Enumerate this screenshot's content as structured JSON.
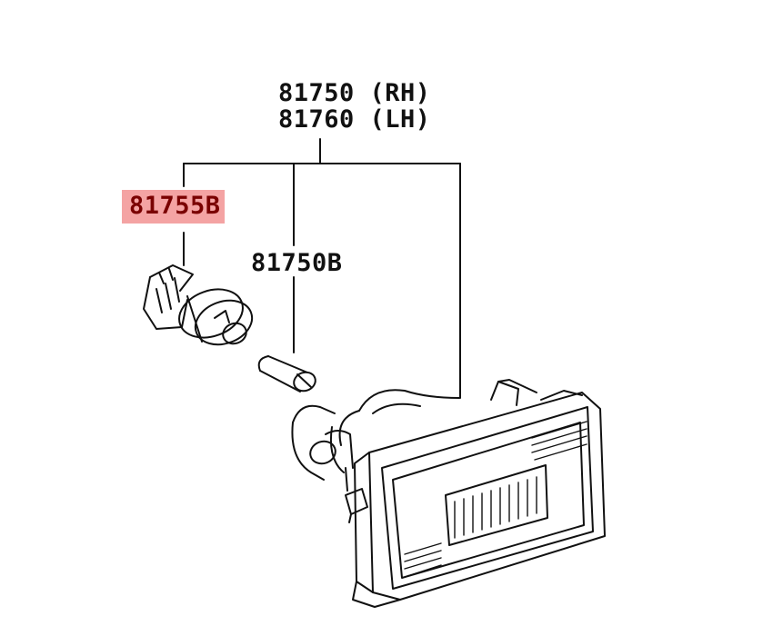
{
  "labels": {
    "assembly_rh": "81750 (RH)",
    "assembly_lh": "81760 (LH)",
    "socket": "81755B",
    "bulb": "81750B"
  },
  "colors": {
    "highlight": "#f4a3a3",
    "ink": "#111111"
  }
}
